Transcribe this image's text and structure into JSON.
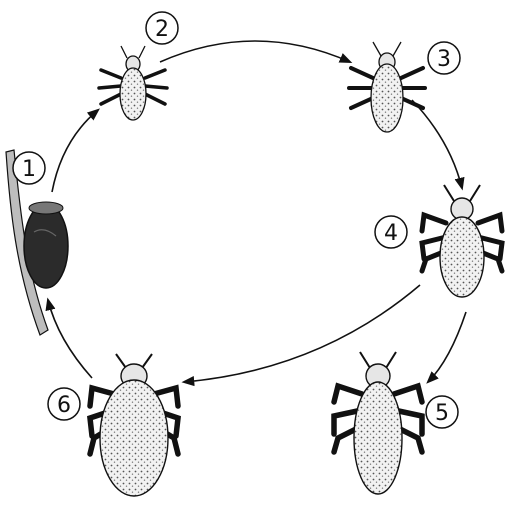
{
  "stages": [
    {
      "number": "1",
      "name": "egg-on-hair"
    },
    {
      "number": "2",
      "name": "first-nymph"
    },
    {
      "number": "3",
      "name": "second-nymph"
    },
    {
      "number": "4",
      "name": "third-nymph"
    },
    {
      "number": "5",
      "name": "adult-male"
    },
    {
      "number": "6",
      "name": "adult-female"
    }
  ],
  "colors": {
    "ink": "#111111",
    "body_light": "#efefef",
    "egg_dark": "#2a2a2a",
    "background": "#ffffff"
  },
  "icons": [
    "egg-icon",
    "louse-icon"
  ]
}
